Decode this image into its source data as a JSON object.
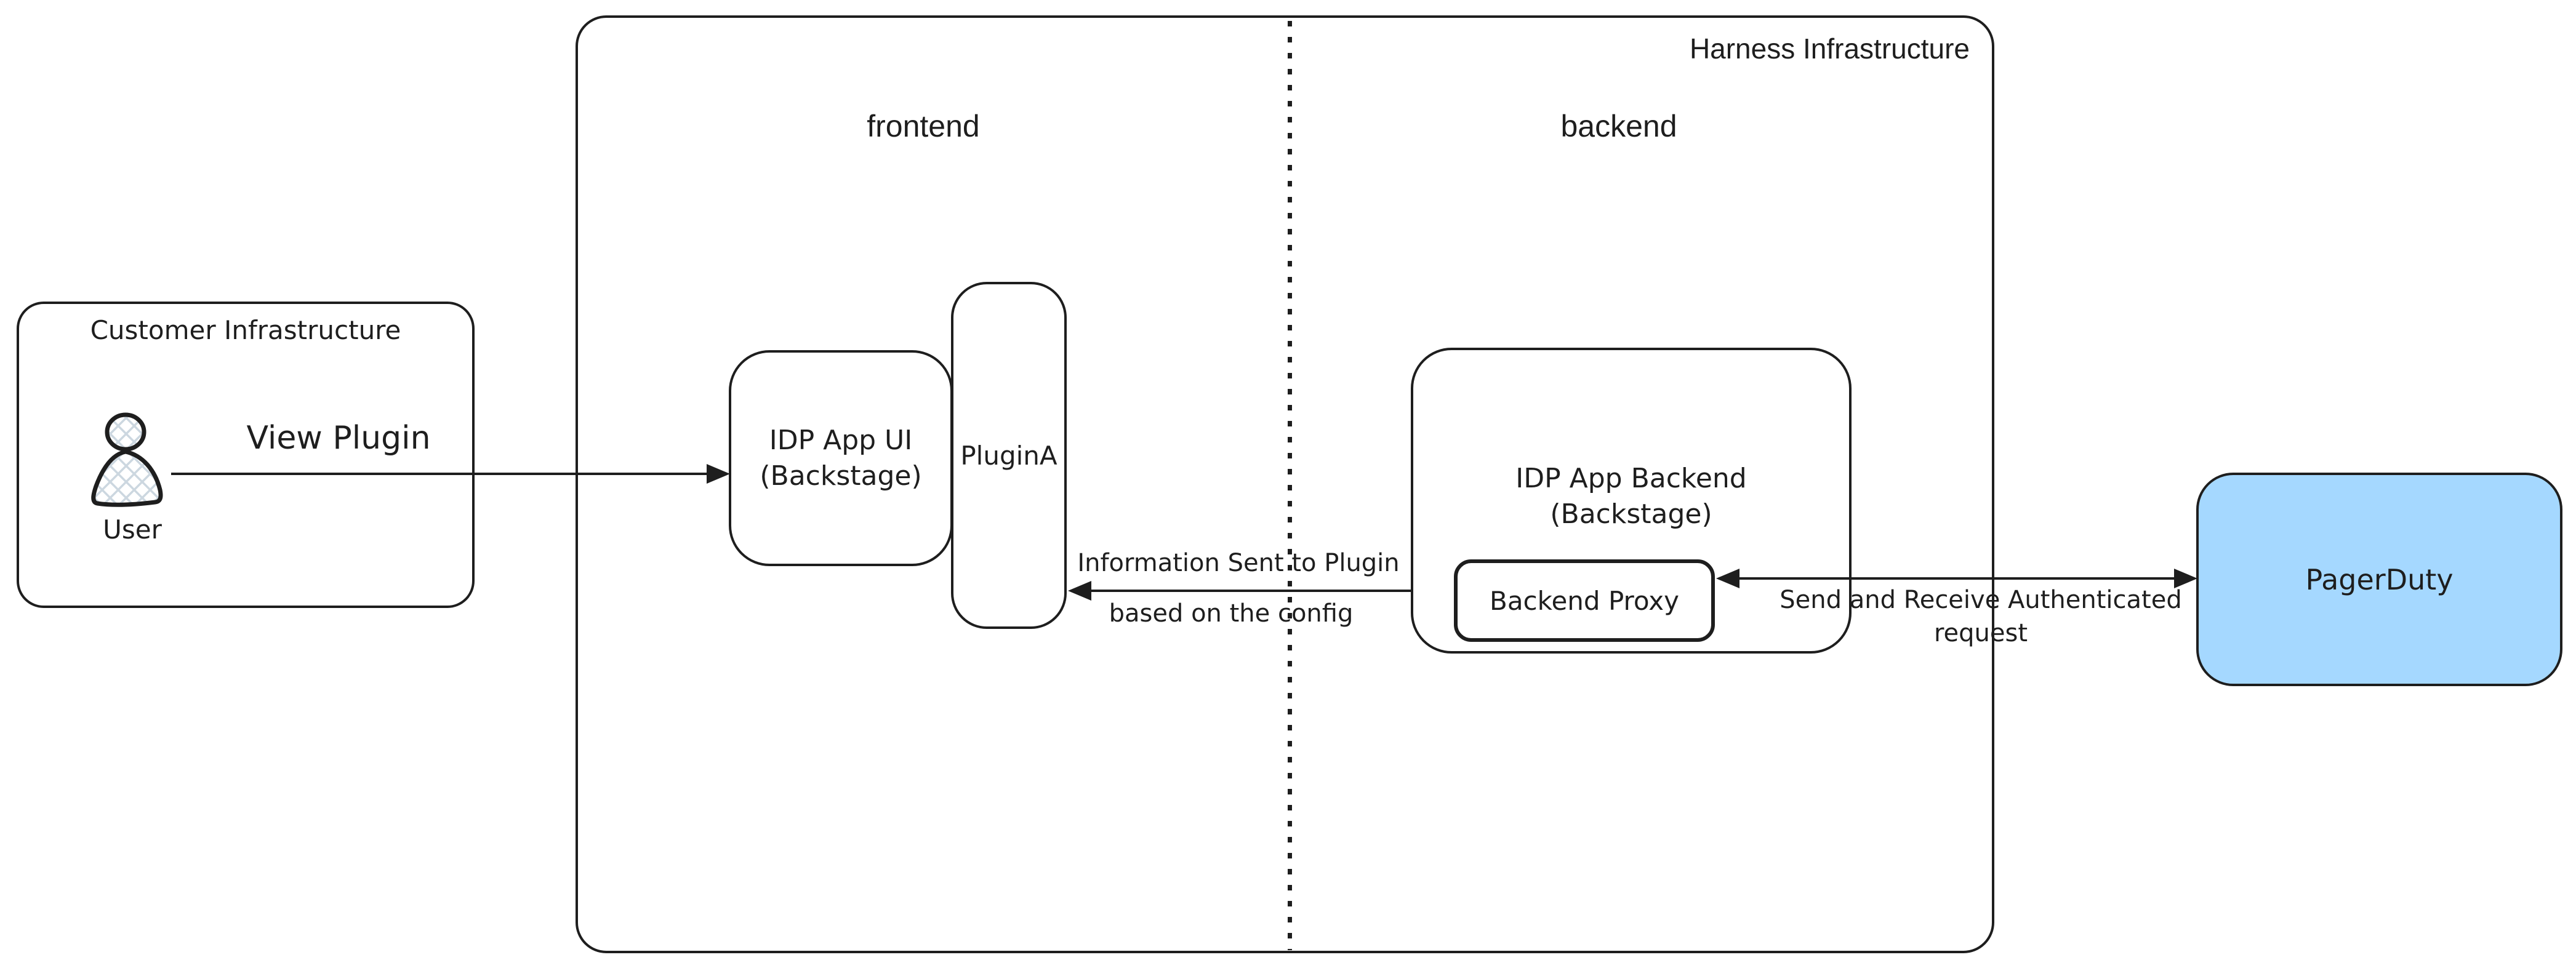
{
  "diagram_title": "IDP plugin architecture diagram",
  "colors": {
    "stroke": "#1e1e1e",
    "pagerduty_fill": "#a5d8ff",
    "hatch_fill": "#ccd7e0",
    "background": "#ffffff"
  },
  "customer": {
    "label": "Customer Infrastructure",
    "user_label": "User"
  },
  "harness": {
    "label": "Harness Infrastructure",
    "frontend_label": "frontend",
    "backend_label": "backend"
  },
  "nodes": {
    "idp_ui_line1": "IDP App UI",
    "idp_ui_line2": "(Backstage)",
    "plugin_a": "PluginA",
    "idp_backend_line1": "IDP App Backend",
    "idp_backend_line2": "(Backstage)",
    "backend_proxy": "Backend Proxy",
    "pagerduty": "PagerDuty"
  },
  "arrows": {
    "view_plugin": "View Plugin",
    "info_line1": "Information Sent to Plugin",
    "info_line2": "based on the config",
    "auth_line1": "Send and Receive Authenticated",
    "auth_line2": "request"
  },
  "icons": {
    "user": "person-icon"
  }
}
